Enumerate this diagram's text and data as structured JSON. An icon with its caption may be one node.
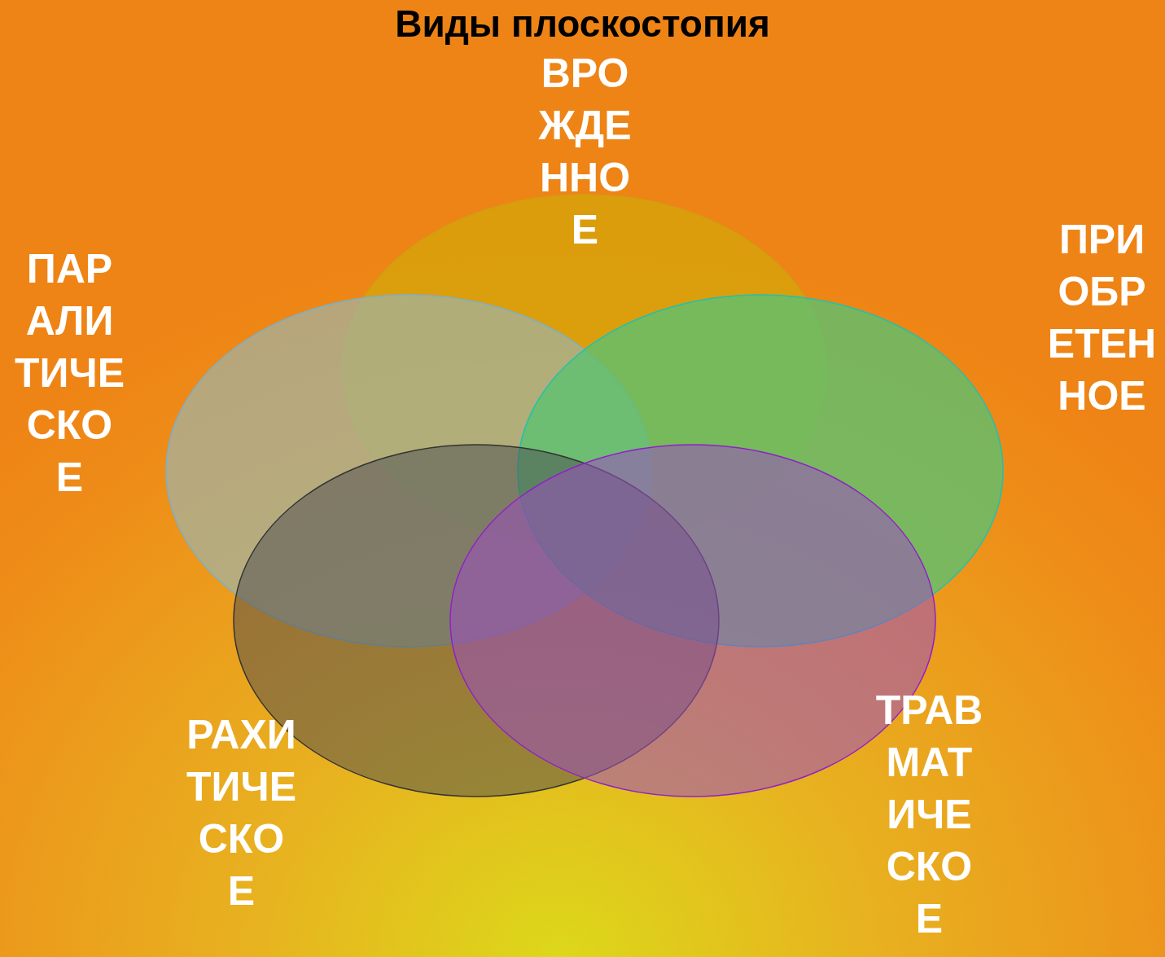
{
  "diagram": {
    "title": "Виды плоскостопия",
    "labels": [
      "ВРОЖДЕННОЕ",
      "ПРИОБРЕТЕННОЕ",
      "ПАРАЛИТИЧЕСКОЕ",
      "ТРАВМАТИЧЕСКОЕ",
      "РАХИТИЧЕСКОЕ"
    ]
  }
}
